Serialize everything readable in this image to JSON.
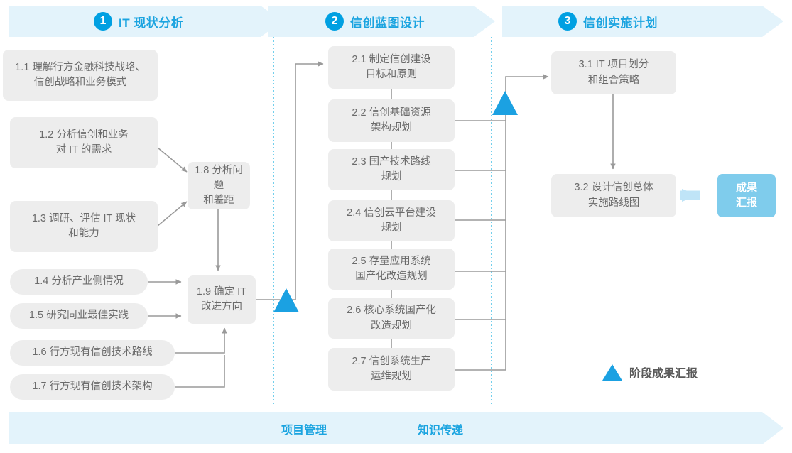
{
  "phases": [
    {
      "num": "1",
      "title": "IT 现状分析"
    },
    {
      "num": "2",
      "title": "信创蓝图设计"
    },
    {
      "num": "3",
      "title": "信创实施计划"
    }
  ],
  "nodes": {
    "n11": "1.1 理解行方金融科技战略、\n信创战略和业务模式",
    "n12": "1.2 分析信创和业务\n对 IT 的需求",
    "n13": "1.3 调研、评估 IT 现状\n和能力",
    "n14": "1.4 分析产业侧情况",
    "n15": "1.5 研究同业最佳实践",
    "n16": "1.6 行方现有信创技术路线",
    "n17": "1.7 行方现有信创技术架构",
    "n18": "1.8 分析问题\n和差距",
    "n19": "1.9 确定 IT\n改进方向",
    "n21": "2.1 制定信创建设\n目标和原则",
    "n22": "2.2 信创基础资源\n架构规划",
    "n23": "2.3 国产技术路线\n规划",
    "n24": "2.4 信创云平台建设\n规划",
    "n25": "2.5 存量应用系统\n国产化改造规划",
    "n26": "2.6 核心系统国产化\n改造规划",
    "n27": "2.7 信创系统生产\n运维规划",
    "n31": "3.1 IT 项目划分\n和组合策略",
    "n32": "3.2 设计信创总体\n实施路线图",
    "result": "成果\n汇报"
  },
  "legend": {
    "icon": "triangle-milestone-icon",
    "label": "阶段成果汇报"
  },
  "bottom": {
    "labels": [
      "项目管理",
      "知识传递"
    ]
  },
  "colors": {
    "band_fill": "#E3F3FB",
    "accent": "#1BA4E0",
    "badge": "#00A0E2",
    "node_fill": "#EDEDED",
    "node_text": "#6B6B6B",
    "result_fill": "#7FCCEC",
    "connector": "#9A9A9A",
    "milestone": "#1BA1E2",
    "divider": "#4FC3E8"
  }
}
